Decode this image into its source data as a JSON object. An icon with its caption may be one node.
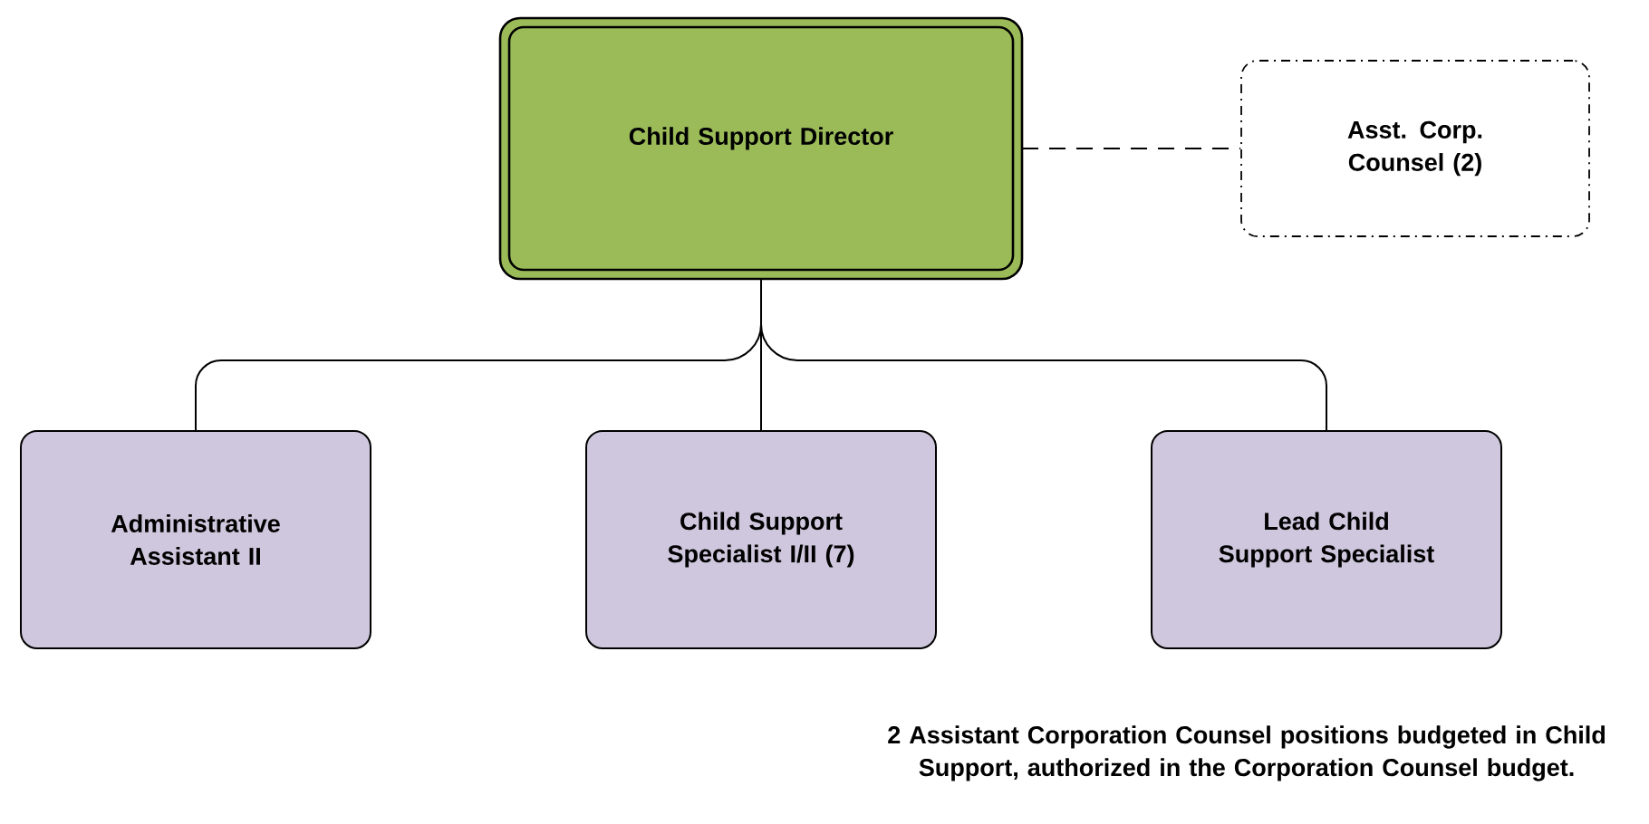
{
  "diagram": {
    "nodes": [
      {
        "text": [
          "Child Support Director"
        ]
      },
      {
        "text": [
          "Asst. Corp. Counsel (2)"
        ]
      },
      {
        "text": [
          "Administrative Assistant II"
        ]
      },
      {
        "text": [
          "Child Support Specialist I/II (7)"
        ]
      },
      {
        "text": [
          "Lead Child Support Specialist"
        ]
      }
    ],
    "edges": [
      {
        "from": 0,
        "to": 1,
        "arrow": "none",
        "style": "dashed"
      },
      {
        "from": 0,
        "to": 2,
        "arrow": "none"
      },
      {
        "from": 0,
        "to": 3,
        "arrow": "none"
      },
      {
        "from": 0,
        "to": 4,
        "arrow": "none"
      }
    ],
    "labels": [
      "2 Assistant Corporation Counsel positions budgeted in Child Support, authorized in the Corporation Counsel budget."
    ]
  }
}
